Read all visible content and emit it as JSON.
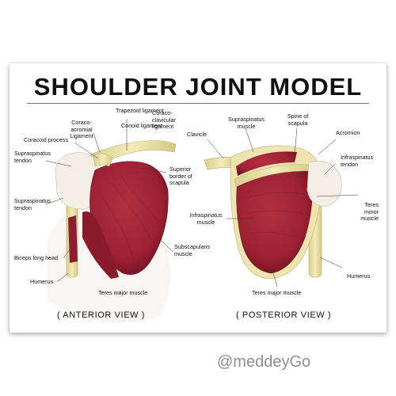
{
  "title": "SHOULDER JOINT MODEL",
  "anterior": {
    "view_label": "( ANTERIOR VIEW )",
    "labels": {
      "trapezoid_ligament": "Trapezoid ligament",
      "conoid_ligament": "Conoid ligament",
      "coracoclavicular_ligament": "Coraco- clavicular ligament",
      "coracoacromial_ligament": "Coraco-acromial Ligament",
      "coracoid_process": "Coracoid process",
      "supraspinatus_tendon_upper": "Supraspinatus tendon",
      "supraspinatus_tendon_lower": "Supraspinatus tendon",
      "superior_border_scapula": "Superior border of scapula",
      "biceps_long_head": "Biceps long head",
      "humerus": "Humerus",
      "subscapularis": "Subscapularis muscle",
      "teres_major": "Teres major muscle"
    }
  },
  "posterior": {
    "view_label": "( POSTERIOR VIEW )",
    "labels": {
      "clavicle": "Clavicle",
      "supraspinatus_muscle": "Supraspinatus muscle",
      "spine_of_scapula": "Spine of scapula",
      "acromion": "Acromion",
      "infraspinatus_tendon": "Infraspinatus tendon",
      "infraspinatus_muscle": "Infraspinatus muscle",
      "teres_minor": "Teres minor muscle",
      "humerus": "Humerus",
      "teres_major": "Teres major muscle"
    }
  },
  "watermark": "@meddeyGo",
  "colors": {
    "muscle": "#9c2132",
    "muscle_dark": "#6e1220",
    "bone": "#ede3a8",
    "tendon": "#f1efe6"
  }
}
